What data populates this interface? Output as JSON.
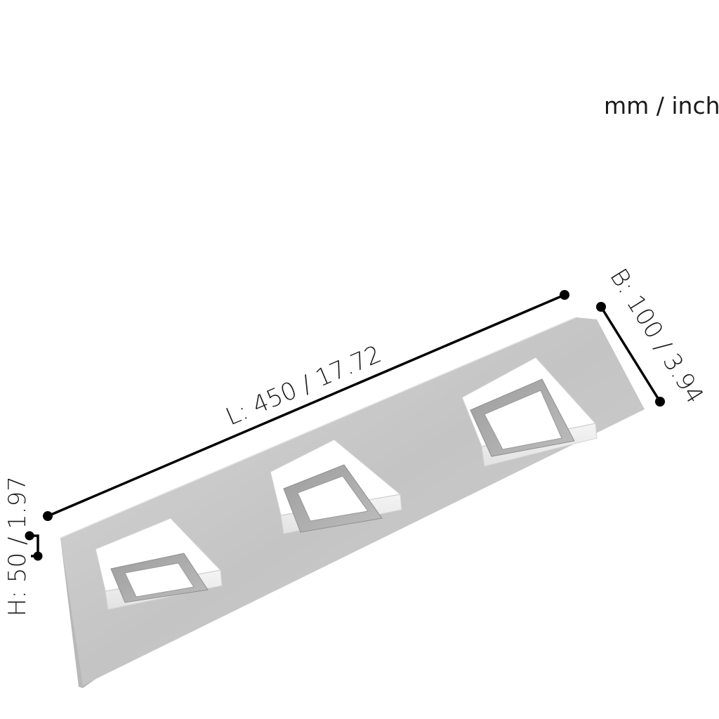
{
  "units_label": "mm / inch",
  "dimensions": {
    "length": "L: 450 / 17.72",
    "width": "B: 100 / 3.94",
    "height": "H: 50 / 1.97"
  },
  "product": {
    "lamp_count": 3
  },
  "colors": {
    "plate": "#c9c9c9",
    "frame": "#ffffff",
    "inner_ring": "#a9a9a9",
    "diffuser": "#ffffff",
    "dimension_line": "#000000"
  }
}
